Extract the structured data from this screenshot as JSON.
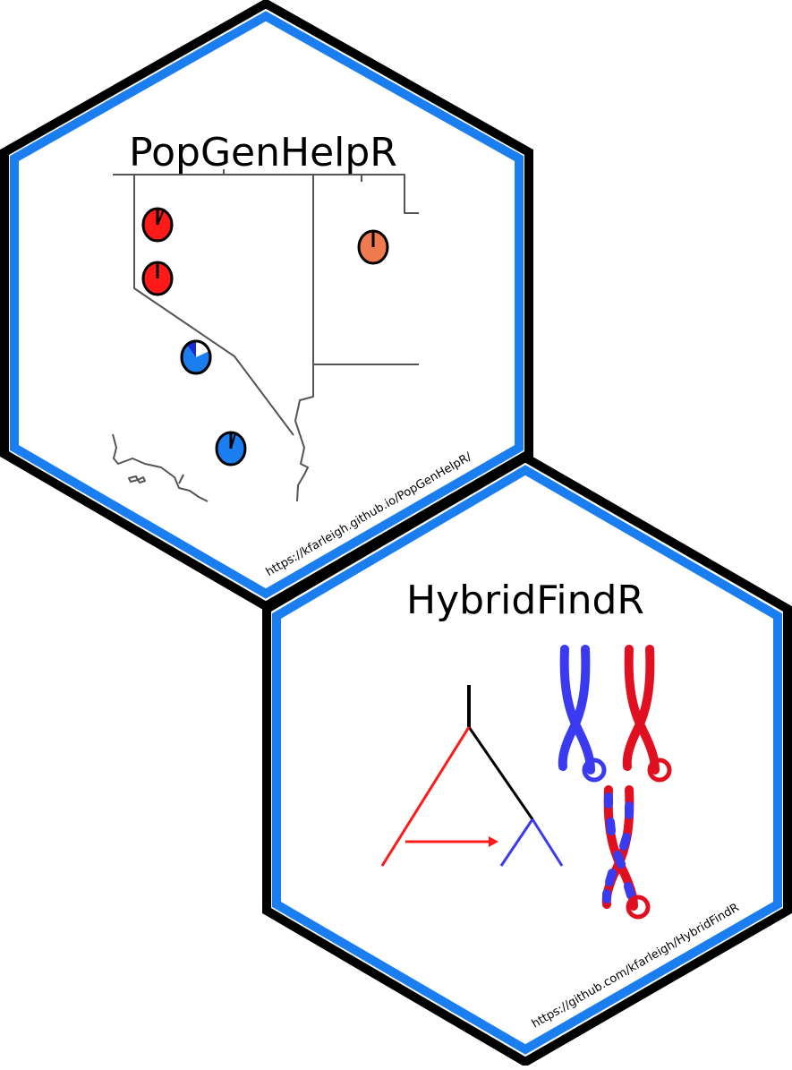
{
  "stickers": [
    {
      "title": "PopGenHelpR",
      "url": "https://kfarleigh.github.io/PopGenHelpR/"
    },
    {
      "title": "HybridFindR",
      "url": "https://github.com/kfarleigh/HybridFindR"
    }
  ],
  "colors": {
    "hex_border_outer": "#000000",
    "hex_border_inner": "#1a7ef0",
    "hex_fill": "#ffffff",
    "red": "#ff1a1a",
    "orange": "#f07a50",
    "blue": "#1a7ef0",
    "dark_blue": "#1a2ad8",
    "chrom_blue": "#3a3af0",
    "chrom_red": "#e01020",
    "map_line": "#555555"
  },
  "icons": {
    "popgen": [
      "map-pie-chart-icon",
      "us-border-map-icon"
    ],
    "hybrid": [
      "phylogenetic-tree-icon",
      "chromosome-icon"
    ]
  }
}
